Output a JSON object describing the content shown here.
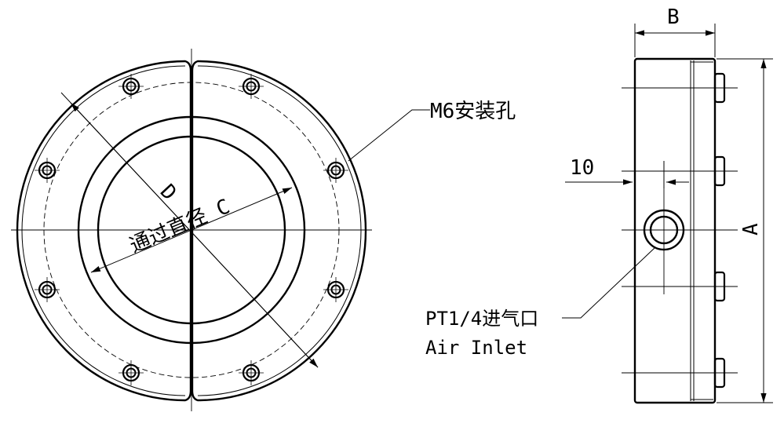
{
  "labels": {
    "mount_holes": "M6安装孔",
    "through_diameter": "通过直径 C",
    "dim_d": "D",
    "dim_b": "B",
    "dim_a": "A",
    "dim_10": "10",
    "inlet_port": "PT1/4进气口",
    "inlet_en": "Air Inlet"
  }
}
